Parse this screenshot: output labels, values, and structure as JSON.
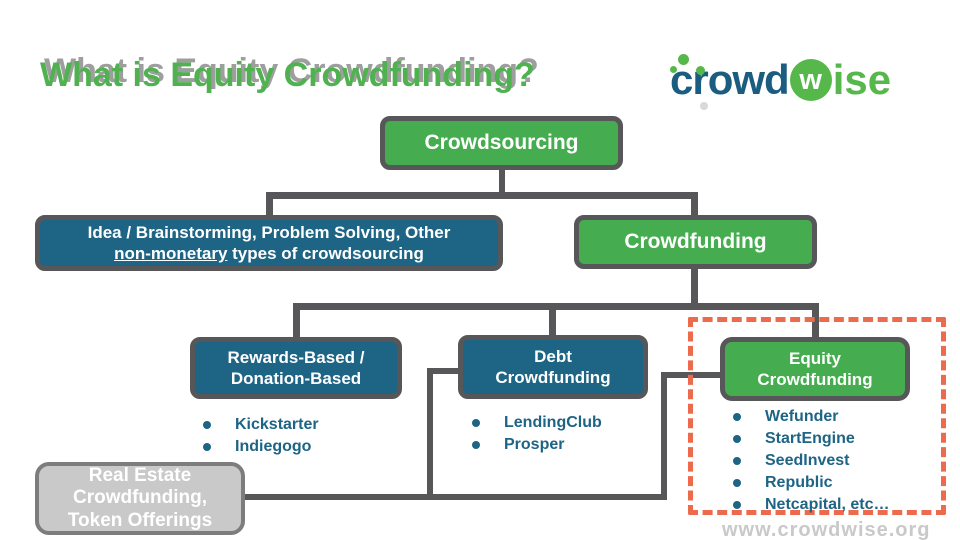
{
  "title": "What is Equity Crowdfunding?",
  "logo": {
    "prefix": "crowd",
    "w_letter": "w",
    "suffix": "ise"
  },
  "tree": {
    "crowdsourcing": {
      "label": "Crowdsourcing"
    },
    "idea": {
      "line1": "Idea / Brainstorming, Problem Solving, Other",
      "underlined": "non-monetary",
      "line2_rest": " types of crowdsourcing"
    },
    "crowdfunding": {
      "label": "Crowdfunding"
    },
    "rewards": {
      "line1": "Rewards-Based /",
      "line2": "Donation-Based",
      "platforms": [
        "Kickstarter",
        "Indiegogo"
      ]
    },
    "debt": {
      "line1": "Debt",
      "line2": "Crowdfunding",
      "platforms": [
        "LendingClub",
        "Prosper"
      ]
    },
    "equity": {
      "line1": "Equity",
      "line2": "Crowdfunding",
      "platforms": [
        "Wefunder",
        "StartEngine",
        "SeedInvest",
        "Republic",
        "Netcapital, etc…"
      ]
    },
    "real_estate": {
      "line1": "Real Estate",
      "line2": "Crowdfunding,",
      "line3": "Token Offerings"
    }
  },
  "watermark": "www.crowdwise.org",
  "colors": {
    "green": "#45ad4f",
    "teal": "#1e6484",
    "connector_gray": "#57575a",
    "highlight_orange": "#ee6a4c",
    "title_green": "#50b150",
    "logo_blue": "#1b5d80",
    "logo_green": "#56b84b"
  }
}
